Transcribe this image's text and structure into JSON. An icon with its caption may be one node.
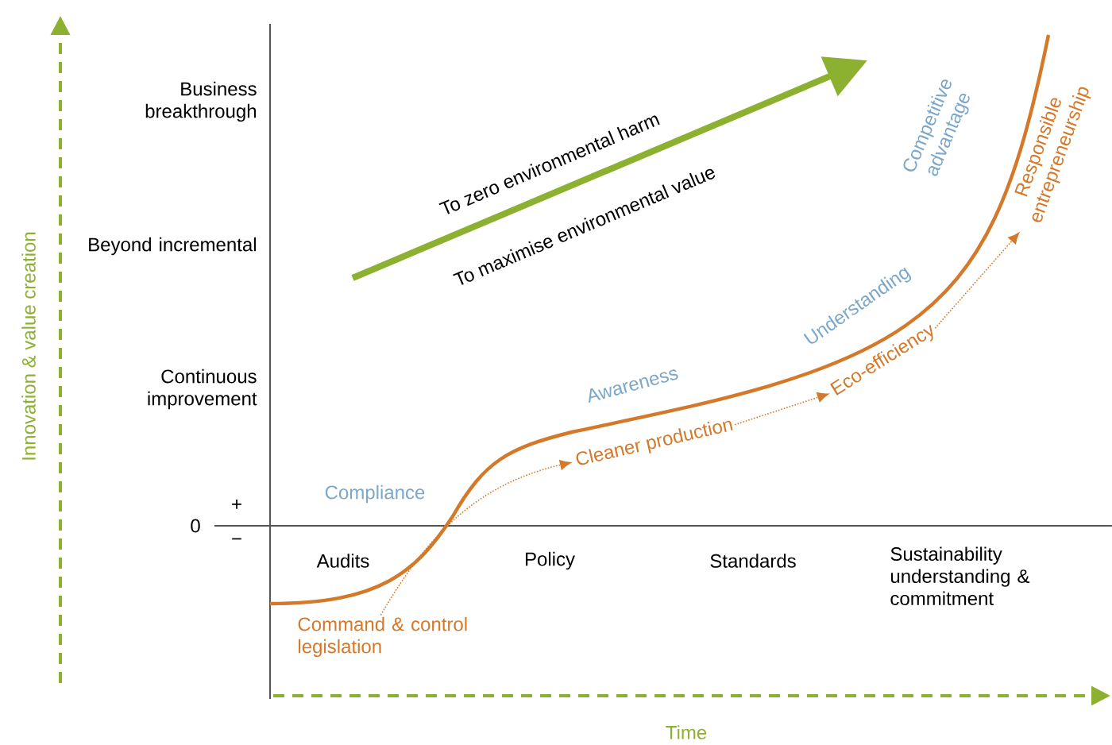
{
  "diagram": {
    "nodes": [
      {
        "text": [
          "Command & control legislation"
        ]
      },
      {
        "text": [
          "Cleaner production"
        ]
      },
      {
        "text": [
          "Eco-efficiency"
        ]
      },
      {
        "text": [
          "Responsible entrepreneurship"
        ]
      }
    ],
    "edges": [
      {
        "from": 0,
        "to": 1,
        "arrow": "to",
        "style": "dashed"
      },
      {
        "from": 1,
        "to": 2,
        "arrow": "to",
        "style": "dashed"
      },
      {
        "from": 2,
        "to": 3,
        "arrow": "to",
        "style": "dashed"
      }
    ],
    "labels": [
      "Innovation & value creation",
      "Business breakthrough",
      "To zero environmental harm",
      "To maximise environmental value",
      "Competitive advantage",
      "Beyond incremental",
      "Understanding",
      "Continuous improvement",
      "Awareness",
      "Compliance",
      "+",
      "0",
      "−",
      "Audits",
      "Policy",
      "Standards",
      "Sustainability understanding & commitment",
      "Time"
    ]
  }
}
